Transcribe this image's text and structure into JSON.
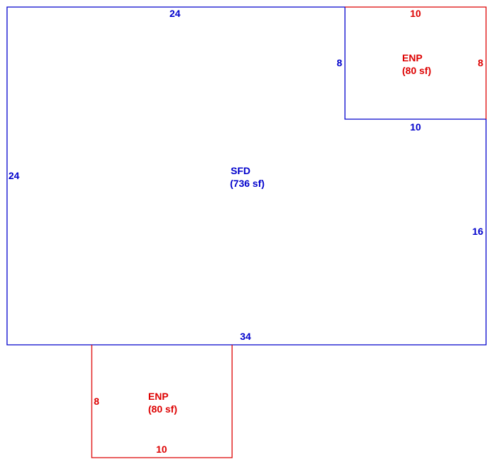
{
  "colors": {
    "sfd": "#0000cc",
    "enp": "#dd0000",
    "background": "#ffffff"
  },
  "sfd": {
    "name": "SFD",
    "area": "(736 sf)",
    "dims": {
      "top": "24",
      "left": "24",
      "bottom": "34",
      "right": "16",
      "notch_left": "8",
      "notch_bottom": "10"
    }
  },
  "enp_top": {
    "name": "ENP",
    "area": "(80 sf)",
    "dims": {
      "top": "10",
      "right": "8"
    }
  },
  "enp_bottom": {
    "name": "ENP",
    "area": "(80 sf)",
    "dims": {
      "left": "8",
      "bottom": "10"
    }
  }
}
